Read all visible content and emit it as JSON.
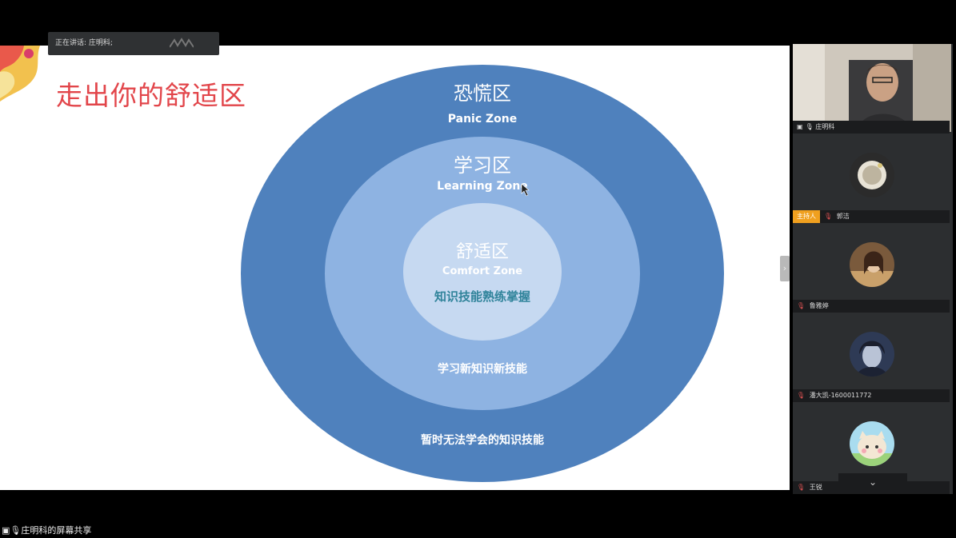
{
  "speaking": {
    "label": "正在讲话: 庄明科;"
  },
  "slide": {
    "title": "走出你的舒适区",
    "panic": {
      "cn": "恐慌区",
      "en": "Panic Zone",
      "desc": "暂时无法学会的知识技能"
    },
    "learning": {
      "cn": "学习区",
      "en": "Learning Zone",
      "desc": "学习新知识新技能"
    },
    "comfort": {
      "cn": "舒适区",
      "en": "Comfort Zone",
      "desc": "知识技能熟练掌握"
    }
  },
  "participants": [
    {
      "name": "庄明科"
    },
    {
      "badge": "主持人",
      "name": "郭洁"
    },
    {
      "name": "鲁雅婷"
    },
    {
      "name": "潘大凯-1600011772"
    },
    {
      "name": "王锐"
    }
  ],
  "share_label": "庄明科的屏幕共享",
  "colors": {
    "outer": "#4f81bd",
    "middle": "#8eb3e2",
    "inner": "#c6d9f1",
    "title": "#e2454a",
    "comfort_desc": "#31849b"
  }
}
